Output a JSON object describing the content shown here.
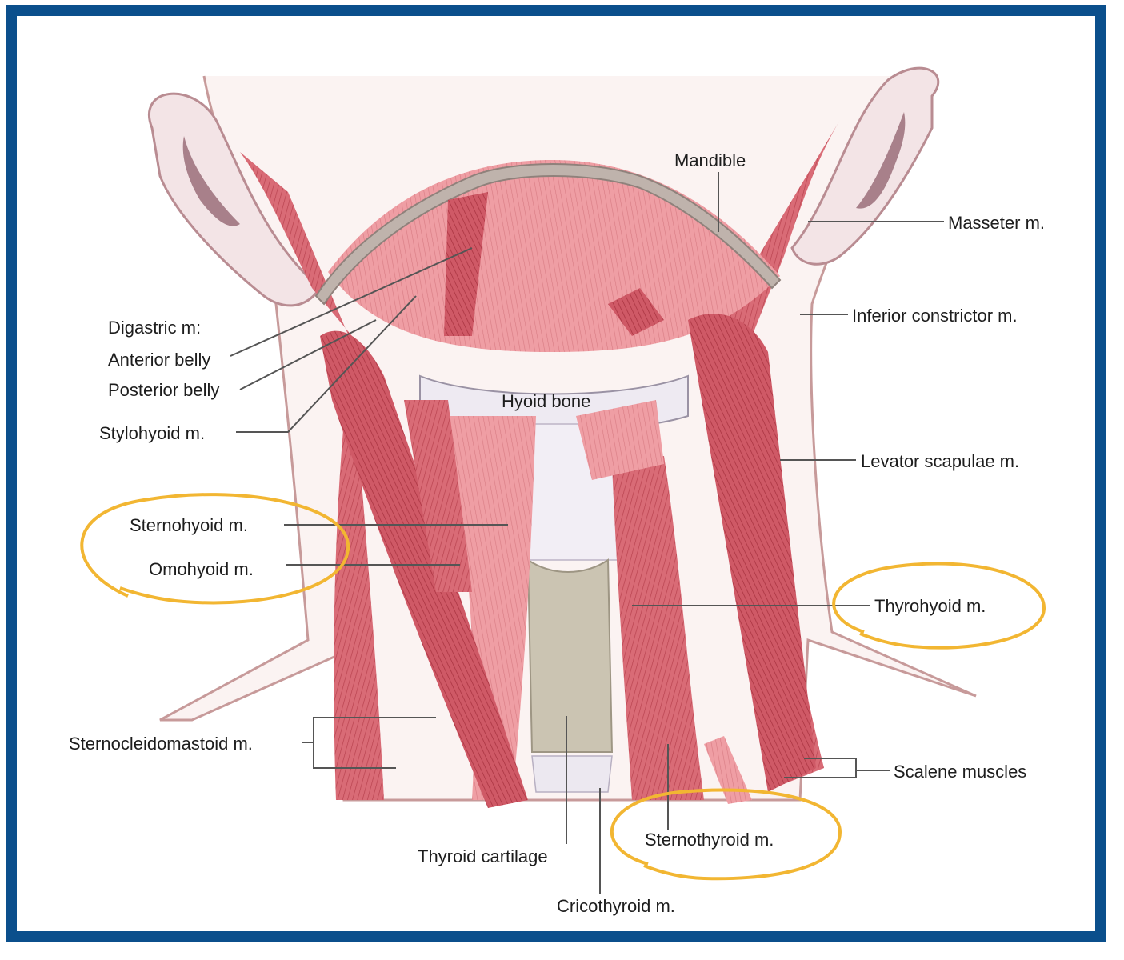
{
  "labels": {
    "mandible": "Mandible",
    "masseter": "Masseter m.",
    "inferior_constrictor": "Inferior constrictor m.",
    "digastric": "Digastric m:",
    "anterior_belly": "Anterior belly",
    "posterior_belly": "Posterior belly",
    "stylohyoid": "Stylohyoid m.",
    "hyoid_bone": "Hyoid bone",
    "levator_scapulae": "Levator scapulae m.",
    "sternohyoid": "Sternohyoid m.",
    "omohyoid": "Omohyoid m.",
    "thyrohyoid": "Thyrohyoid m.",
    "sternocleidomastoid": "Sternocleidomastoid m.",
    "scalene": "Scalene muscles",
    "sternothyroid": "Sternothyroid m.",
    "thyroid_cartilage": "Thyroid cartilage",
    "cricothyroid": "Cricothyroid m."
  },
  "colors": {
    "frame": "#0b4f8c",
    "highlight": "#f2b632",
    "muscle": "#d86a74",
    "muscle_light": "#ee9aa0",
    "cartilage": "#c9c2b0",
    "bone": "#e9e4f0"
  }
}
